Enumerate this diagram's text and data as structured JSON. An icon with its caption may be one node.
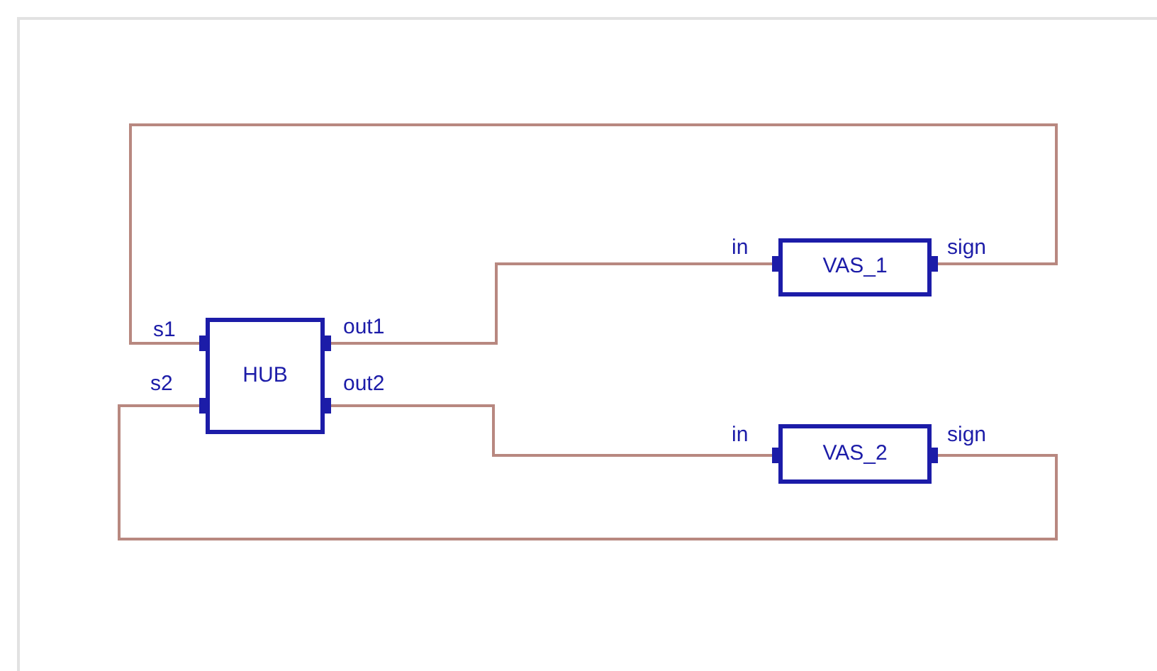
{
  "diagram": {
    "nodes": [
      {
        "text": [
          "HUB"
        ]
      },
      {
        "text": [
          "VAS_1"
        ]
      },
      {
        "text": [
          "VAS_2"
        ]
      }
    ],
    "edges": [
      {
        "from": 0,
        "to": 1,
        "arrow": "other"
      },
      {
        "from": 1,
        "to": 0,
        "arrow": "other"
      },
      {
        "from": 0,
        "to": 2,
        "arrow": "other"
      },
      {
        "from": 2,
        "to": 0,
        "arrow": "other"
      }
    ],
    "labels": [
      "in",
      "sign",
      "s1",
      "out1",
      "s2",
      "out2",
      "in",
      "sign"
    ]
  }
}
